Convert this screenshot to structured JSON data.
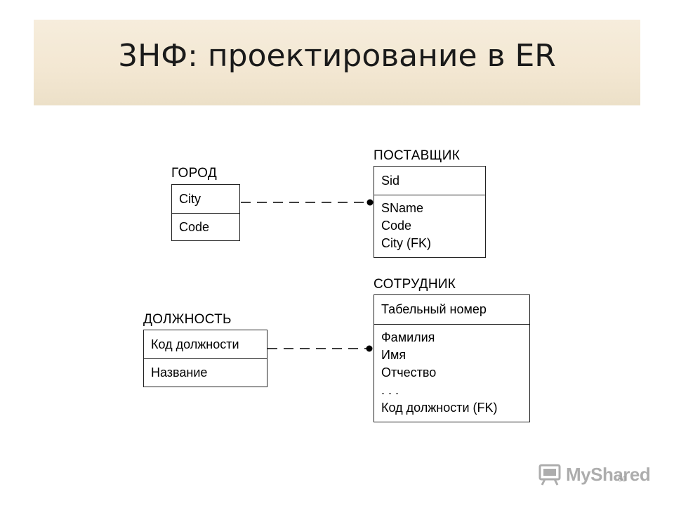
{
  "title": "3НФ: проектирование в ER",
  "entities": {
    "gorod": {
      "name": "ГОРОД",
      "pk": [
        "City"
      ],
      "attrs": [
        "Code"
      ]
    },
    "postavshchik": {
      "name": "ПОСТАВЩИК",
      "pk": [
        "Sid"
      ],
      "attrs": [
        "SName",
        "Code",
        "City (FK)"
      ]
    },
    "dolzhnost": {
      "name": "ДОЛЖНОСТЬ",
      "pk": [
        "Код должности"
      ],
      "attrs": [
        "Название"
      ]
    },
    "sotrudnik": {
      "name": "СОТРУДНИК",
      "pk": [
        "Табельный номер"
      ],
      "attrs": [
        "Фамилия",
        "Имя",
        "Отчество",
        ". . .",
        "Код должности (FK)"
      ]
    }
  },
  "page_number": "60",
  "watermark": {
    "text": "MyShared",
    "icon": "presentation-board-icon"
  },
  "colors": {
    "title_band": "#f3e7d2",
    "line": "#000000"
  }
}
